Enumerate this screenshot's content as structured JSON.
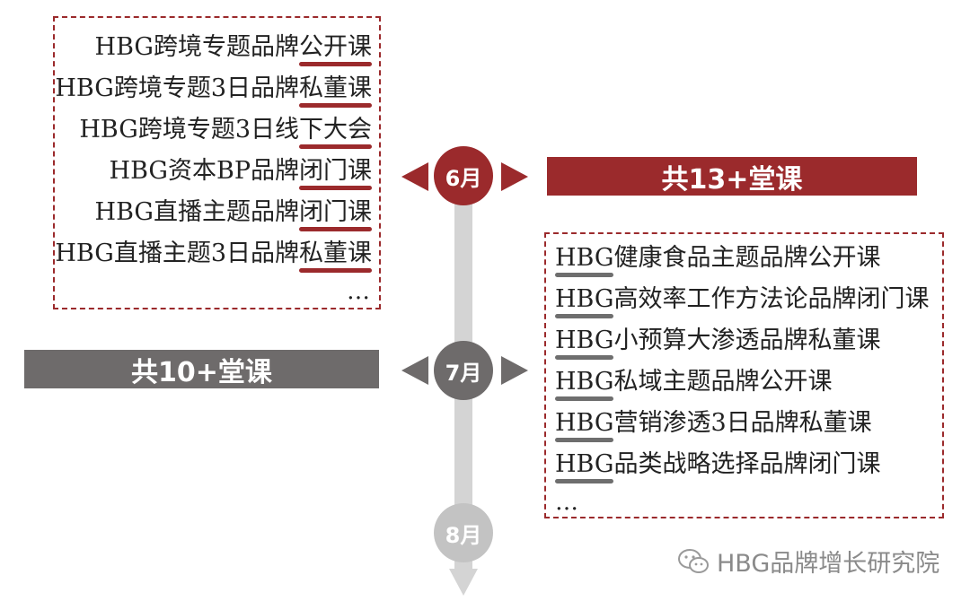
{
  "june": {
    "month": "6月",
    "banner": "共13+堂课",
    "courses": [
      {
        "prefix": "HBG跨境专题品牌",
        "highlight": "公开课"
      },
      {
        "prefix": "HBG跨境专题3日品牌",
        "highlight": "私董课"
      },
      {
        "prefix": "HBG跨境专题3日线",
        "highlight": "下大会"
      },
      {
        "prefix": "HBG资本BP品牌",
        "highlight": "闭门课"
      },
      {
        "prefix": "HBG直播主题品牌",
        "highlight": "闭门课"
      },
      {
        "prefix": "HBG直播主题3日品牌",
        "highlight": "私董课"
      }
    ],
    "more": "…"
  },
  "july": {
    "month": "7月",
    "banner": "共10+堂课",
    "courses": [
      {
        "highlight": "HBG",
        "suffix": "健康食品主题品牌公开课"
      },
      {
        "highlight": "HBG",
        "suffix": "高效率工作方法论品牌闭门课"
      },
      {
        "highlight": "HBG",
        "suffix": "小预算大渗透品牌私董课"
      },
      {
        "highlight": "HBG",
        "suffix": "私域主题品牌公开课"
      },
      {
        "highlight": "HBG",
        "suffix": "营销渗透3日品牌私董课"
      },
      {
        "highlight": "HBG",
        "suffix": "品类战略选择品牌闭门课"
      }
    ],
    "more": "…"
  },
  "august": {
    "month": "8月"
  },
  "watermark": "HBG品牌增长研究院",
  "colors": {
    "june": "#9b2a2c",
    "july": "#6e6b6b",
    "august": "#c3c3c3",
    "timeline": "#d4d4d4"
  }
}
